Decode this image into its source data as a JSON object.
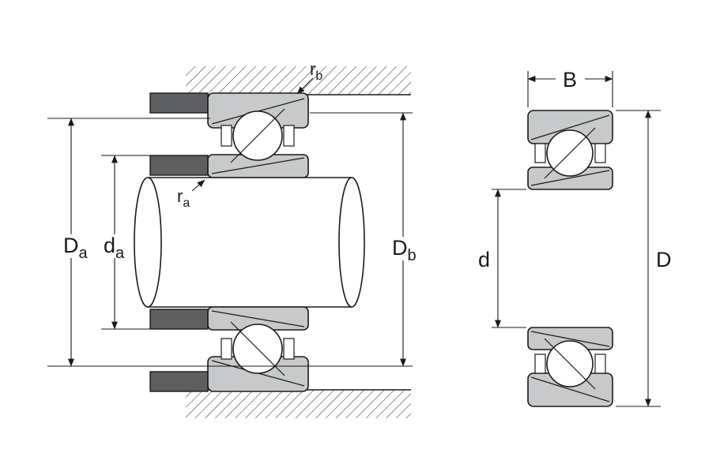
{
  "title": "Angular contact ball bearing mounting dimensions diagram",
  "colors": {
    "ring_fill": "#c7c9ca",
    "spacer_fill": "#5d5f61",
    "line": "#1a1a1a",
    "background": "#ffffff"
  },
  "labels": {
    "Da": {
      "main": "D",
      "sub": "a"
    },
    "da": {
      "main": "d",
      "sub": "a"
    },
    "Db": {
      "main": "D",
      "sub": "b"
    },
    "ra": {
      "main": "r",
      "sub": "a"
    },
    "rb": {
      "main": "r",
      "sub": "b"
    },
    "B": "B",
    "D": "D",
    "d": "d"
  }
}
